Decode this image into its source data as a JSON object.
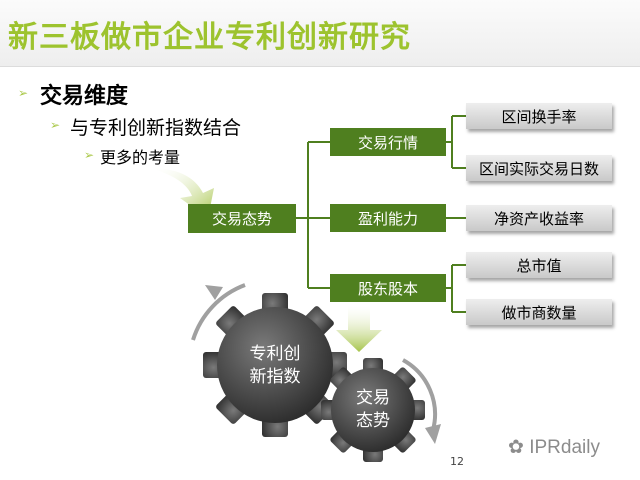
{
  "title": "新三板做市企业专利创新研究",
  "bullets": {
    "level1": "交易维度",
    "level2": "与专利创新指数结合",
    "level3": "更多的考量"
  },
  "diagram": {
    "root": "交易态势",
    "branches": [
      {
        "label": "交易行情",
        "leaves": [
          "区间换手率",
          "区间实际交易日数"
        ]
      },
      {
        "label": "盈利能力",
        "leaves": [
          "净资产收益率"
        ]
      },
      {
        "label": "股东股本",
        "leaves": [
          "总市值",
          "做市商数量"
        ]
      }
    ],
    "gears": {
      "large": {
        "line1": "专利创",
        "line2": "新指数"
      },
      "small": {
        "line1": "交易",
        "line2": "态势"
      }
    }
  },
  "colors": {
    "title": "#9dc32e",
    "node_green": "#4f7f1f",
    "connector": "#4f7f1f"
  },
  "page_number": "12",
  "watermark": "IPRdaily"
}
